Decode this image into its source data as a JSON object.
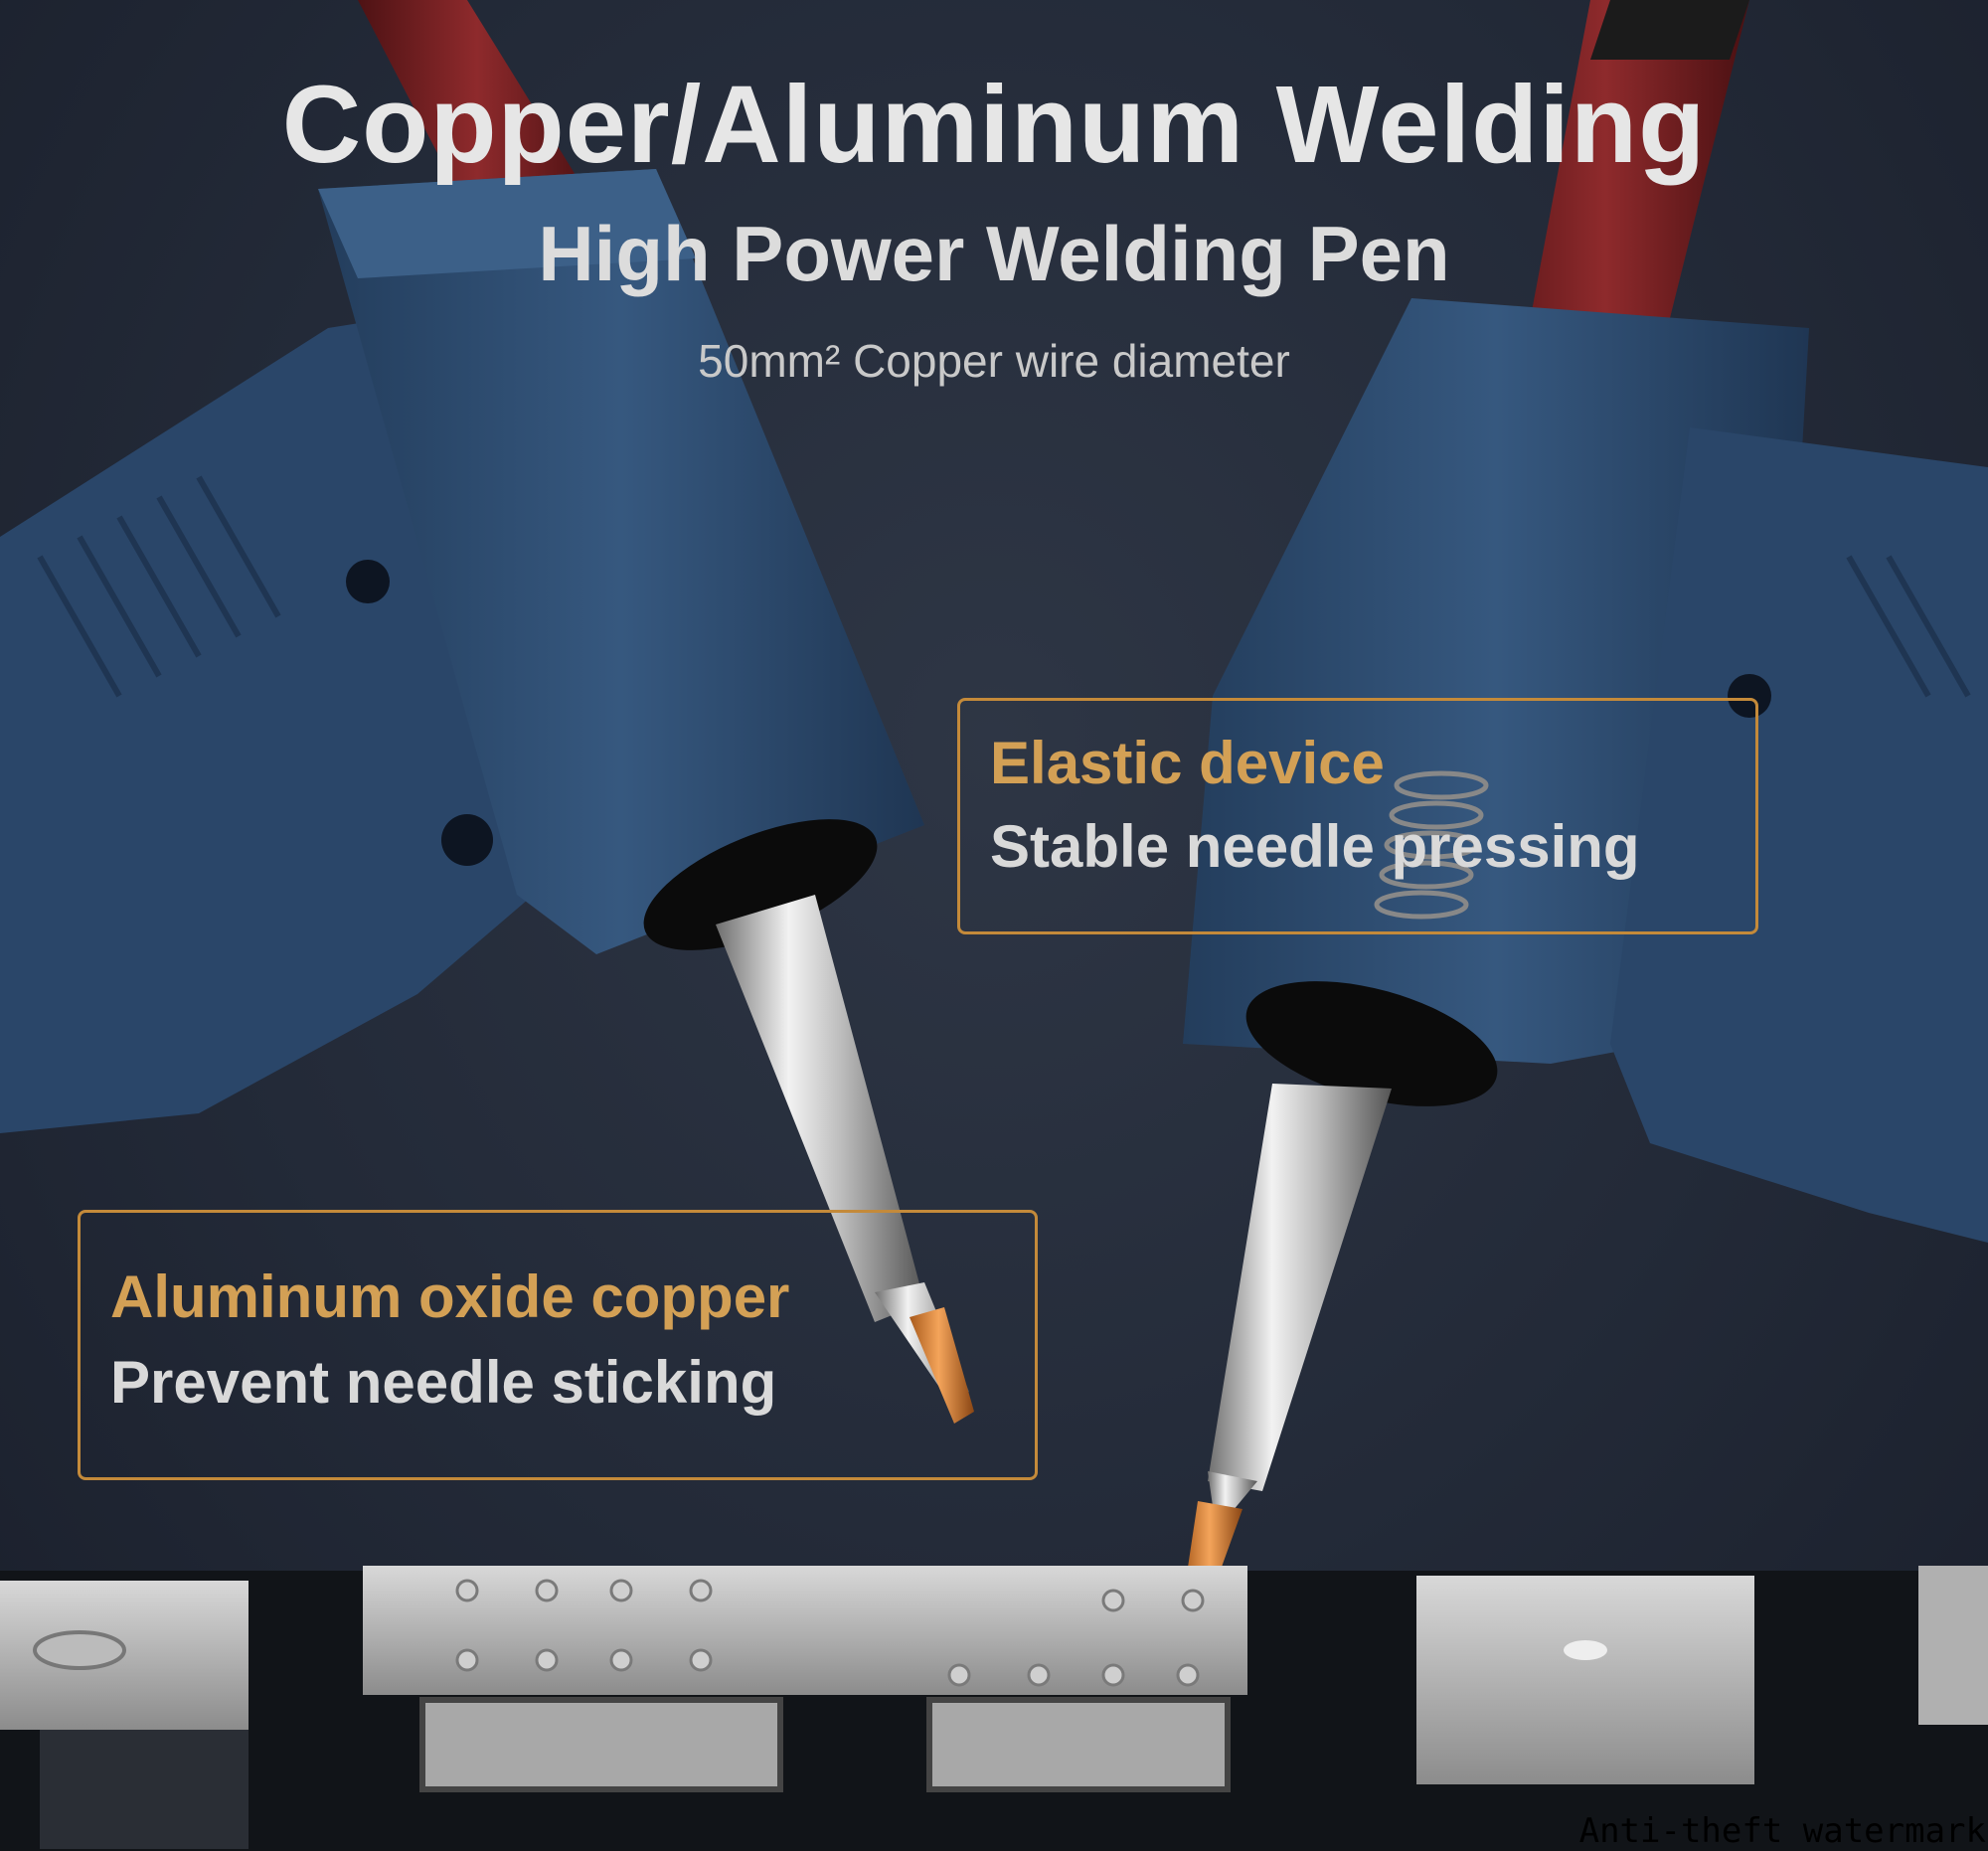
{
  "header": {
    "title": "Copper/Aluminum Welding",
    "subtitle": "High Power Welding Pen",
    "spec": "50mm² Copper wire diameter"
  },
  "callouts": [
    {
      "headline": "Elastic device",
      "detail": "Stable needle pressing"
    },
    {
      "headline": "Aluminum oxide copper",
      "detail": "Prevent needle sticking"
    }
  ],
  "watermark": "Anti-theft watermark",
  "colors": {
    "background": "#232a38",
    "pen_body": "#2c4a6e",
    "cable": "#7a1f22",
    "accent": "#c48a3a",
    "copper_tip": "#e08a3a"
  }
}
